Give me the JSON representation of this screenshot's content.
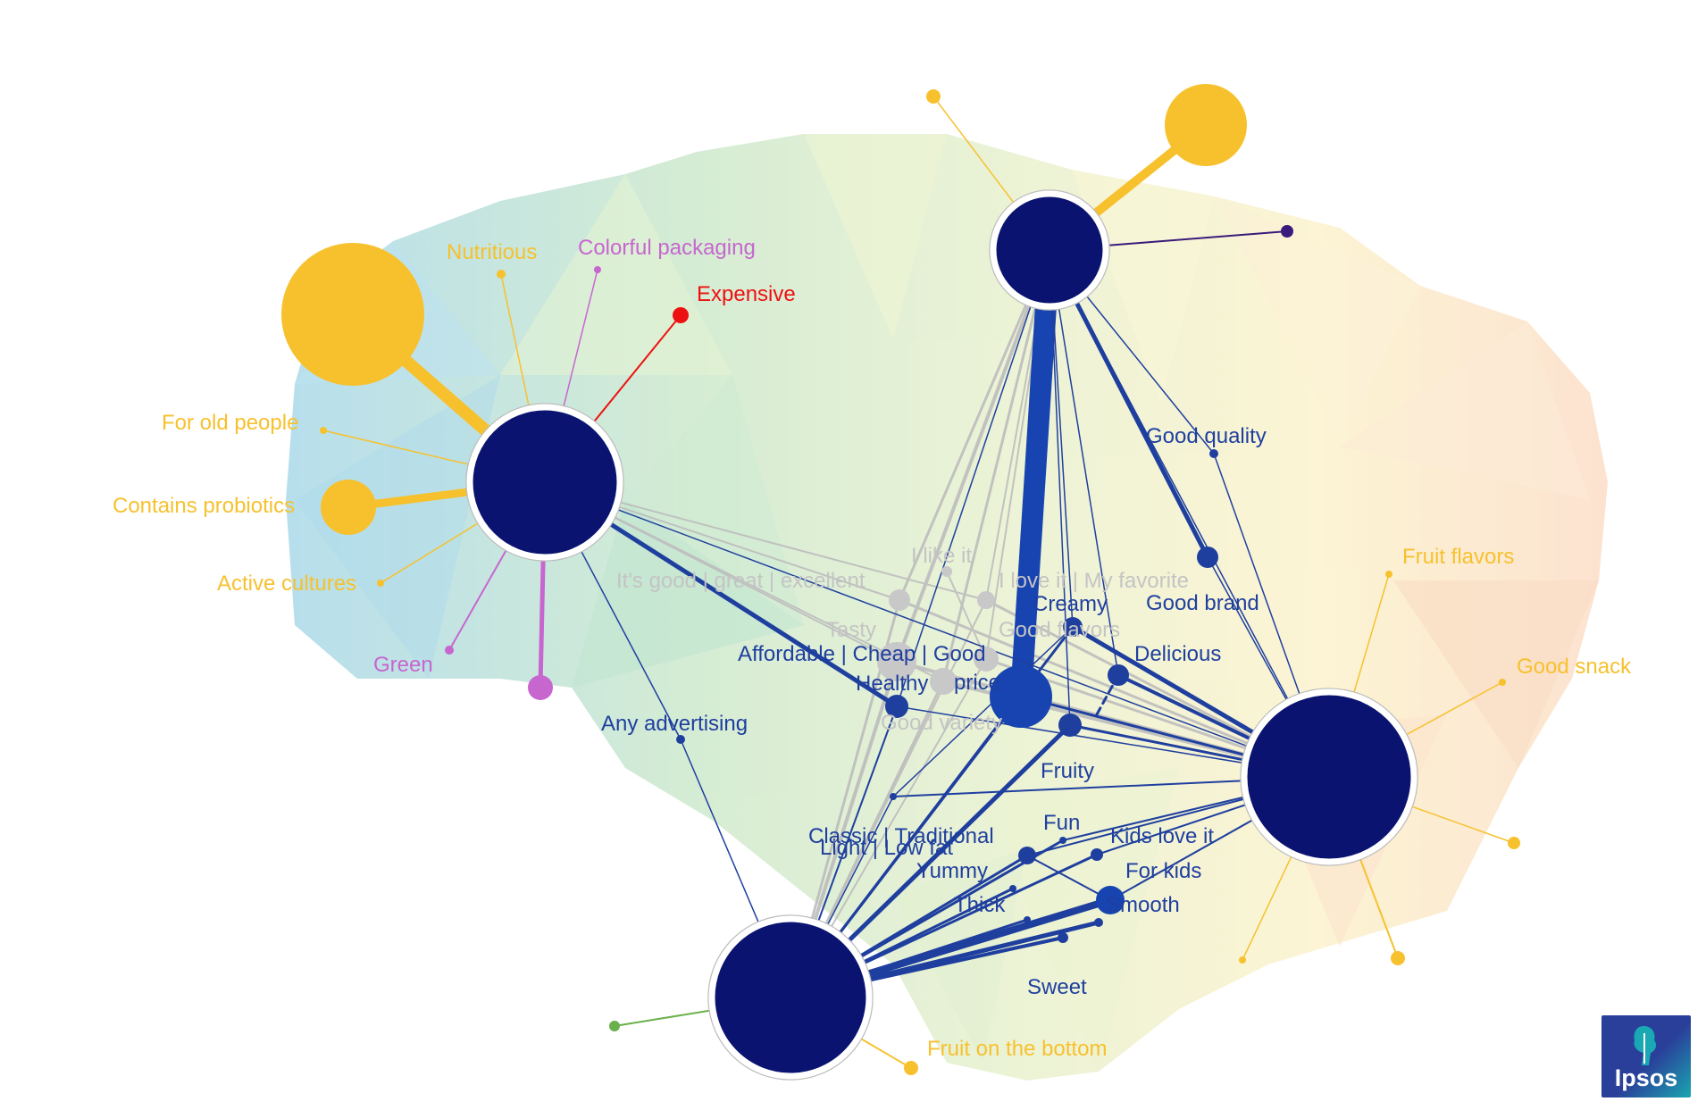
{
  "labels": {
    "nutritious": "Nutritious",
    "colorful_packaging": "Colorful packaging",
    "expensive": "Expensive",
    "for_old_people": "For old people",
    "contains_probiotics": "Contains probiotics",
    "active_cultures": "Active cultures",
    "green": "Green",
    "any_advertising": "Any advertising",
    "its_good": "It's good | great | excellent",
    "i_like_it": "I like it",
    "i_love_it": "I love it | My favorite",
    "tasty": "Tasty",
    "good_flavors": "Good flavors",
    "affordable": "Affordable | Cheap | Good",
    "price": "price",
    "healthy": "Healthy",
    "good_variety": "Good variety",
    "creamy": "Creamy",
    "delicious": "Delicious",
    "good_quality": "Good quality",
    "good_brand": "Good brand",
    "fruity": "Fruity",
    "fun": "Fun",
    "classic": "Classic | Traditional",
    "light": "Light | Low fat",
    "kids_love_it": "Kids love it",
    "yummy": "Yummy",
    "for_kids": "For kids",
    "thick": "Thick",
    "smooth": "Smooth",
    "sweet": "Sweet",
    "fruit_on_the_bottom": "Fruit on the bottom",
    "fruit_flavors": "Fruit flavors",
    "good_snack": "Good snack"
  },
  "logo": {
    "text": "Ipsos"
  },
  "colors": {
    "hub": "#0a1470",
    "brand_blue": "#1f3f9f",
    "yellow": "#f7c12e",
    "purple": "#c766cf",
    "red": "#ee1111",
    "gray": "#c4c4c4",
    "green": "#6ab04c"
  }
}
